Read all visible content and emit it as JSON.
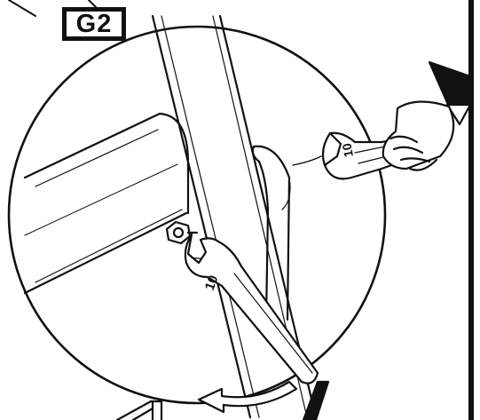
{
  "step": {
    "label": "G2"
  },
  "wrench_upper": {
    "size_label": "10"
  },
  "wrench_lower": {
    "size_label": "10"
  },
  "colors": {
    "line": "#111111",
    "background": "#ffffff"
  }
}
